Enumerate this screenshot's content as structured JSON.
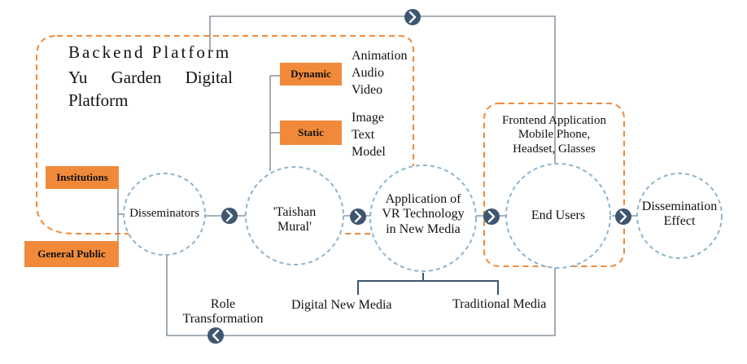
{
  "backend": {
    "title": "Backend Platform",
    "subtitle_line1": "Yu Garden Digital",
    "subtitle_line2": "Platform"
  },
  "tags": {
    "dynamic": "Dynamic",
    "static": "Static",
    "institutions": "Institutions",
    "general_public": "General Public"
  },
  "dynamic_items": [
    "Animation",
    "Audio",
    "Video"
  ],
  "static_items": [
    "Image",
    "Text",
    "Model"
  ],
  "nodes": {
    "disseminators": "Disseminators",
    "mural_line1": "'Taishan",
    "mural_line2": "Mural'",
    "vr_line1": "Application of",
    "vr_line2": "VR Technology",
    "vr_line3": "in New Media",
    "end_users": "End Users",
    "effect_line1": "Dissemination",
    "effect_line2": "Effect"
  },
  "frontend": {
    "line1": "Frontend Application",
    "line2": "Mobile Phone,",
    "line3": "Headset, Glasses"
  },
  "media": {
    "digital": "Digital New Media",
    "traditional": "Traditional Media"
  },
  "role": {
    "line1": "Role",
    "line2": "Transformation"
  },
  "colors": {
    "orange": "#f08a3a",
    "dash_blue": "#8fb3cc",
    "arrow_dark": "#3e5670",
    "line_gray": "#8c96a0"
  }
}
